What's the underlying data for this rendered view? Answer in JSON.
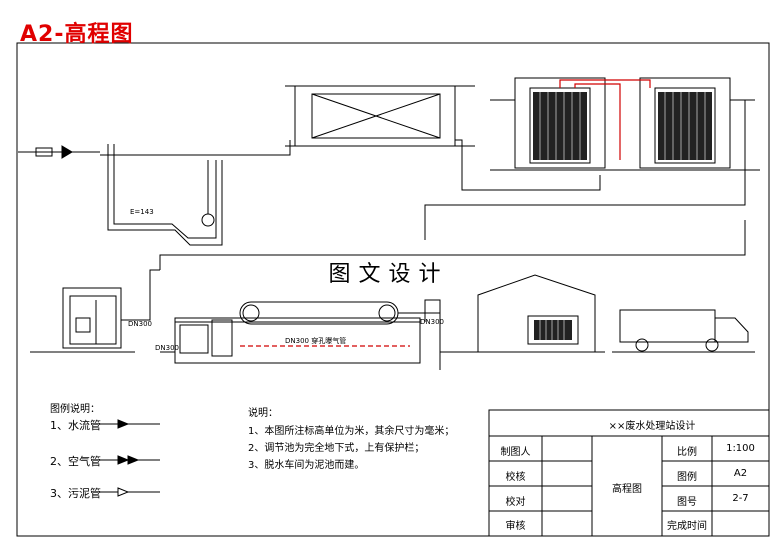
{
  "drawing_title": "A2-高程图",
  "watermark": "图文设计",
  "labels": {
    "elev_1": "E=143",
    "dn300_a": "DN300",
    "dn300_b": "DN300",
    "dn300_mid": "DN300  穿孔曝气管",
    "dn300_side": "DN300"
  },
  "legend": {
    "title": "图例说明：",
    "items": [
      {
        "label": "1、水流管"
      },
      {
        "label": "2、空气管"
      },
      {
        "label": "3、污泥管"
      }
    ]
  },
  "notes": {
    "title": "说明：",
    "items": [
      "1、本图所注标高单位为米，其余尺寸为毫米；",
      "2、调节池为完全地下式，上有保护栏；",
      "3、脱水车间为泥池而建。"
    ]
  },
  "title_block": {
    "project": "××废水处理站设计",
    "drawing_name": "高程图",
    "rows": [
      {
        "left": "制图人",
        "right_label": "比例",
        "right_value": "1:100"
      },
      {
        "left": "校核",
        "right_label": "图例",
        "right_value": "A2"
      },
      {
        "left": "校对",
        "right_label": "图号",
        "right_value": "2-7"
      },
      {
        "left": "审核",
        "right_label": "完成时间",
        "right_value": ""
      }
    ]
  },
  "colors": {
    "accent_red": "#e00000",
    "line": "#000000",
    "dashed_red": "#d00000"
  }
}
